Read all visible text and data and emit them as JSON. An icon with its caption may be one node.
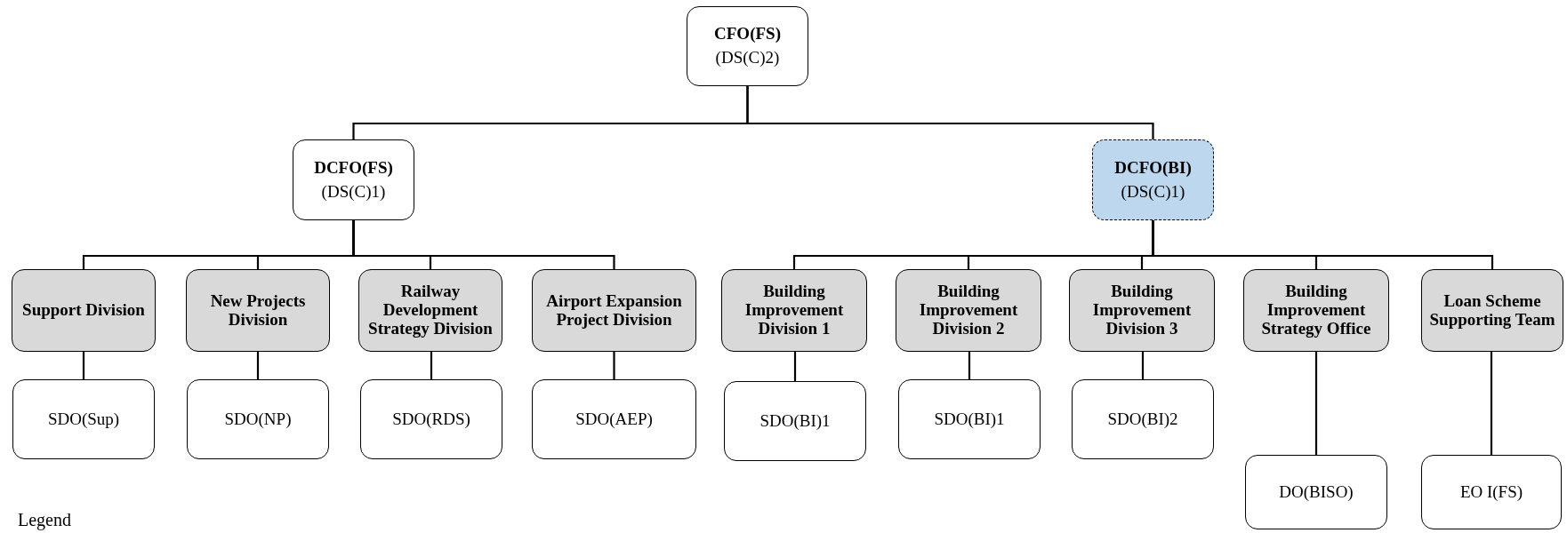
{
  "diagram": {
    "nodes": [
      {
        "text": [
          "CFO(FS)",
          "(DS(C)2)"
        ]
      },
      {
        "text": [
          "DCFO(FS)",
          "(DS(C)1)"
        ]
      },
      {
        "text": [
          "DCFO(BI)",
          "(DS(C)1)"
        ]
      },
      {
        "text": [
          "Support Division"
        ]
      },
      {
        "text": [
          "New Projects Division"
        ]
      },
      {
        "text": [
          "Railway Development Strategy Division"
        ]
      },
      {
        "text": [
          "Airport Expansion Project Division"
        ]
      },
      {
        "text": [
          "Building Improvement Division 1"
        ]
      },
      {
        "text": [
          "Building Improvement Division 2"
        ]
      },
      {
        "text": [
          "Building Improvement Division 3"
        ]
      },
      {
        "text": [
          "Building Improvement Strategy Office"
        ]
      },
      {
        "text": [
          "Loan Scheme Supporting Team"
        ]
      },
      {
        "text": [
          "SDO(Sup)"
        ]
      },
      {
        "text": [
          "SDO(NP)"
        ]
      },
      {
        "text": [
          "SDO(RDS)"
        ]
      },
      {
        "text": [
          "SDO(AEP)"
        ]
      },
      {
        "text": [
          "SDO(BI)1"
        ]
      },
      {
        "text": [
          "SDO(BI)1"
        ]
      },
      {
        "text": [
          "SDO(BI)2"
        ]
      },
      {
        "text": [
          "DO(BISO)"
        ]
      },
      {
        "text": [
          "EO I(FS)"
        ]
      }
    ],
    "edges": [
      {
        "from": 0,
        "to": 1,
        "arrow": "none"
      },
      {
        "from": 0,
        "to": 2,
        "arrow": "none"
      },
      {
        "from": 1,
        "to": 3,
        "arrow": "none"
      },
      {
        "from": 1,
        "to": 4,
        "arrow": "none"
      },
      {
        "from": 1,
        "to": 5,
        "arrow": "none"
      },
      {
        "from": 1,
        "to": 6,
        "arrow": "none"
      },
      {
        "from": 2,
        "to": 7,
        "arrow": "none"
      },
      {
        "from": 2,
        "to": 8,
        "arrow": "none"
      },
      {
        "from": 2,
        "to": 9,
        "arrow": "none"
      },
      {
        "from": 2,
        "to": 10,
        "arrow": "none"
      },
      {
        "from": 2,
        "to": 11,
        "arrow": "none"
      },
      {
        "from": 3,
        "to": 12,
        "arrow": "none"
      },
      {
        "from": 4,
        "to": 13,
        "arrow": "none"
      },
      {
        "from": 5,
        "to": 14,
        "arrow": "none"
      },
      {
        "from": 6,
        "to": 15,
        "arrow": "none"
      },
      {
        "from": 7,
        "to": 16,
        "arrow": "none"
      },
      {
        "from": 8,
        "to": 17,
        "arrow": "none"
      },
      {
        "from": 9,
        "to": 18,
        "arrow": "none"
      },
      {
        "from": 10,
        "to": 19,
        "arrow": "none"
      },
      {
        "from": 11,
        "to": 20,
        "arrow": "none"
      }
    ],
    "labels": [
      "Legend"
    ]
  }
}
